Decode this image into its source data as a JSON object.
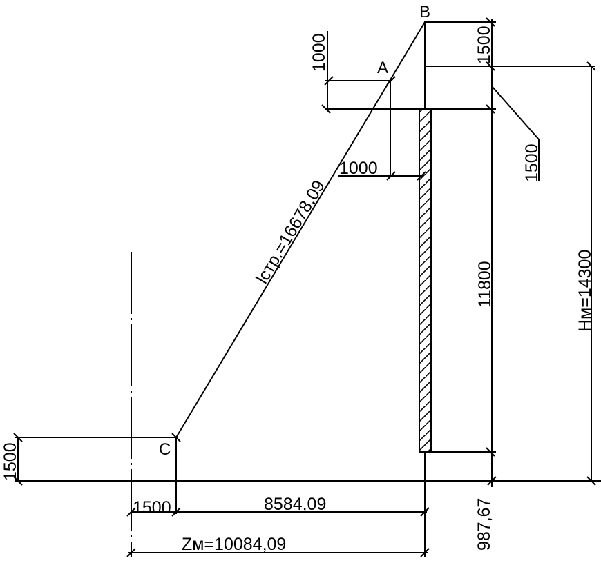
{
  "points": {
    "a": "A",
    "b": "B",
    "c": "C"
  },
  "dimensions": {
    "dim_1000_top": "1000",
    "dim_1500_top": "1500",
    "dim_1500_right": "1500",
    "dim_1000_mid": "1000",
    "dim_11800": "11800",
    "dim_hm": "Нм=14300",
    "dim_lstr": "lстр.=16678,09",
    "dim_1500_left": "1500",
    "dim_1500_bottom": "1500",
    "dim_8584": "8584,09",
    "dim_987": "987,67",
    "dim_zm": "Zм=10084,09"
  }
}
